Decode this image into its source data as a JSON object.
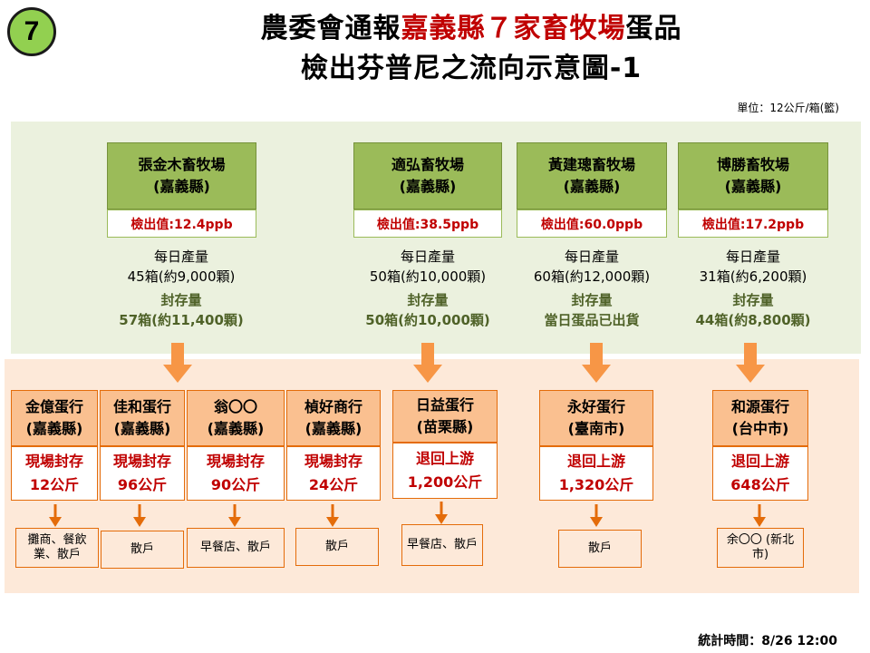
{
  "badge": "7",
  "title": {
    "line1_pre": "農委會通報",
    "line1_red": "嘉義縣７家畜牧場",
    "line1_post": "蛋品",
    "line2": "檢出芬普尼之流向示意圖-1"
  },
  "unit": "單位：12公斤/箱(籃)",
  "farms": [
    {
      "name": "張金木畜牧場",
      "county": "(嘉義縣)",
      "detect": "檢出值:12.4ppb",
      "prod_label": "每日產量",
      "prod_value": "45箱(約9,000顆)",
      "seal_label": "封存量",
      "seal_value": "57箱(約11,400顆)"
    },
    {
      "name": "適弘畜牧場",
      "county": "(嘉義縣)",
      "detect": "檢出值:38.5ppb",
      "prod_label": "每日產量",
      "prod_value": "50箱(約10,000顆)",
      "seal_label": "封存量",
      "seal_value": "50箱(約10,000顆)"
    },
    {
      "name": "黃建璁畜牧場",
      "county": "(嘉義縣)",
      "detect": "檢出值:60.0ppb",
      "prod_label": "每日產量",
      "prod_value": "60箱(約12,000顆)",
      "seal_label": "封存量",
      "seal_value": "當日蛋品已出貨"
    },
    {
      "name": "博勝畜牧場",
      "county": "(嘉義縣)",
      "detect": "檢出值:17.2ppb",
      "prod_label": "每日產量",
      "prod_value": "31箱(約6,200顆)",
      "seal_label": "封存量",
      "seal_value": "44箱(約8,800顆)"
    }
  ],
  "dealers": [
    {
      "name": "金億蛋行",
      "county": "(嘉義縣)",
      "action": "現場封存",
      "amount": "12公斤",
      "dest": "攤商、餐飲業、散戶"
    },
    {
      "name": "佳和蛋行",
      "county": "(嘉義縣)",
      "action": "現場封存",
      "amount": "96公斤",
      "dest": "散戶"
    },
    {
      "name": "翁〇〇",
      "county": "(嘉義縣)",
      "action": "現場封存",
      "amount": "90公斤",
      "dest": "早餐店、散戶"
    },
    {
      "name": "楨好商行",
      "county": "(嘉義縣)",
      "action": "現場封存",
      "amount": "24公斤",
      "dest": "散戶"
    },
    {
      "name": "日益蛋行",
      "county": "(苗栗縣)",
      "action": "退回上游",
      "amount": "1,200公斤",
      "dest": "早餐店、散戶"
    },
    {
      "name": "永好蛋行",
      "county": "(臺南市)",
      "action": "退回上游",
      "amount": "1,320公斤",
      "dest": "散戶"
    },
    {
      "name": "和源蛋行",
      "county": "(台中市)",
      "action": "退回上游",
      "amount": "648公斤",
      "dest": "余〇〇 (新北市)"
    }
  ],
  "footer": "統計時間：8/26 12:00",
  "colors": {
    "farm_green": "#9bbb59",
    "dealer_orange": "#fac090",
    "arrow_orange": "#e46c0a",
    "alert_red": "#c00000"
  }
}
